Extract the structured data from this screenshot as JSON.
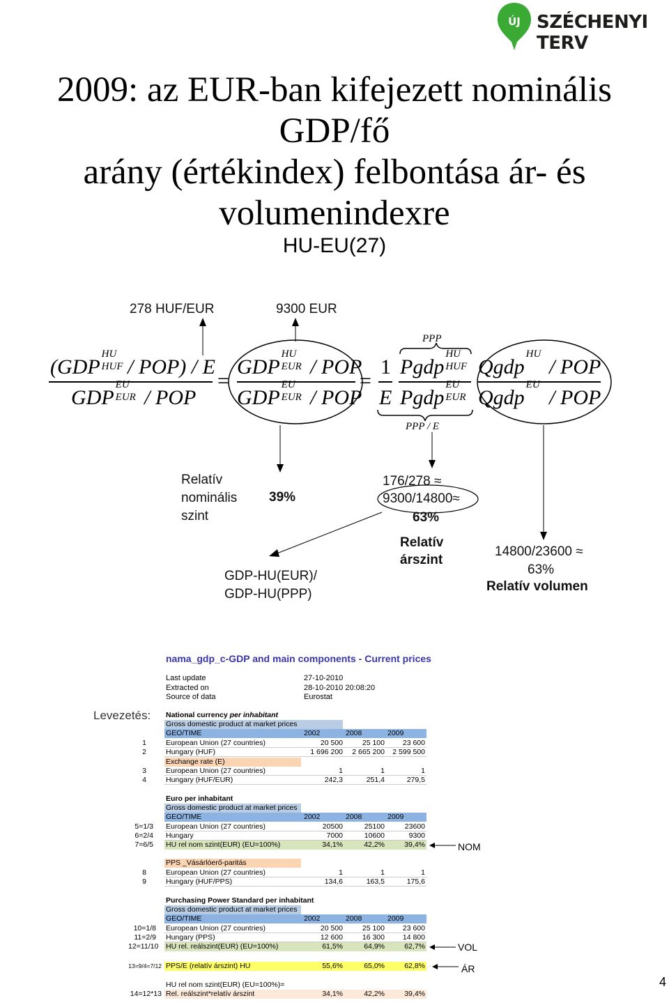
{
  "logo": {
    "text": "SZÉCHENYI TERV",
    "mark_text": "ÚJ",
    "brand_color": "#3aaa35"
  },
  "title": {
    "line1": "2009: az EUR-ban kifejezett nominális GDP/fő",
    "line2": "arány (értékindex) felbontása ár- és",
    "line3": "volumenindexre"
  },
  "subtitle": "HU-EU(27)",
  "diagram": {
    "top_label_left": "278 HUF/EUR",
    "top_label_right": "9300 EUR",
    "brace_top": "PPP",
    "brace_bottom": "PPP / E",
    "formula": {
      "f1_num": "(GDP",
      "f1_num_sup": "HU",
      "f1_num_sub": "HUF",
      "f1_num_rest": " / POP) / E",
      "f1_den": "GDP",
      "f1_den_sup": "EU",
      "f1_den_sub": "EUR",
      "f1_den_rest": " / POP",
      "eq": "=",
      "f2_num": "GDP",
      "f2_num_sup": "HU",
      "f2_num_sub": "EUR",
      "f2_num_rest": " / POP",
      "f2_den": "GDP",
      "f2_den_sup": "EU",
      "f2_den_sub": "EUR",
      "f2_den_rest": " / POP",
      "one": "1",
      "e": "E",
      "f3_num": "Pgdp",
      "f3_num_sup": "HU",
      "f3_num_sub": "HUF",
      "f3_den": "Pgdp",
      "f3_den_sup": "EU",
      "f3_den_sub": "EUR",
      "f4_num": "Qgdp",
      "f4_num_sup": "HU",
      "f4_num_rest": " / POP",
      "f4_den": "Qgdp",
      "f4_den_sup": "EU",
      "f4_den_rest": " / POP"
    },
    "rel_nom_line1": "Relatív",
    "rel_nom_line2": "nominális",
    "rel_nom_line3": "szint",
    "rel_nom_value": "39%",
    "price_line1": "176/278 ≈",
    "price_line2": "9300/14800≈",
    "price_line3": "63%",
    "rel_price_line1": "Relatív",
    "rel_price_line2": "árszint",
    "gdp_line1": "GDP-HU(EUR)/",
    "gdp_line2": "GDP-HU(PPP)",
    "vol_line1": "14800/23600 ≈",
    "vol_line2": "63%",
    "vol_line3": "Relatív volumen"
  },
  "table": {
    "title": "nama_gdp_c-GDP and main components - Current prices",
    "meta": [
      {
        "k": "Last update",
        "v": "27-10-2010"
      },
      {
        "k": "Extracted on",
        "v": "28-10-2010 20:08:20"
      },
      {
        "k": "Source of data",
        "v": "Eurostat"
      }
    ],
    "levezetes": "Levezetés:",
    "s1_title_a": "National currency ",
    "s1_title_b": "per inhabitant",
    "gdp_market": "Gross domestic product at market prices",
    "geo_time": "GEO/TIME",
    "years": [
      "2002",
      "2008",
      "2009"
    ],
    "r1": {
      "n": "1",
      "label": "European Union (27 countries)",
      "v": [
        "20 500",
        "25 100",
        "23 600"
      ]
    },
    "r2": {
      "n": "2",
      "label": "Hungary (HUF)",
      "v": [
        "1 696 200",
        "2 665 200",
        "2 599 500"
      ]
    },
    "exch": "Exchange rate (E)",
    "r3": {
      "n": "3",
      "label": "European Union (27 countries)",
      "v": [
        "1",
        "1",
        "1"
      ]
    },
    "r4": {
      "n": "4",
      "label": "Hungary (HUF/EUR)",
      "v": [
        "242,3",
        "251,4",
        "279,5"
      ]
    },
    "s2_title": "Euro per inhabitant",
    "r5": {
      "n": "5=1/3",
      "label": "European Union (27 countries)",
      "v": [
        "20500",
        "25100",
        "23600"
      ]
    },
    "r6": {
      "n": "6=2/4",
      "label": "Hungary",
      "v": [
        "7000",
        "10600",
        "9300"
      ]
    },
    "r7": {
      "n": "7=6/5",
      "label": "HU rel nom szint(EUR) (EU=100%)",
      "v": [
        "34,1%",
        "42,2%",
        "39,4%"
      ]
    },
    "nom": "NOM",
    "pps": "PPS _Vásárlóerő-paritás",
    "r8": {
      "n": "8",
      "label": "European Union (27 countries)",
      "v": [
        "1",
        "1",
        "1"
      ]
    },
    "r9": {
      "n": "9",
      "label": "Hungary (HUF/PPS)",
      "v": [
        "134,6",
        "163,5",
        "175,6"
      ]
    },
    "s3_title": "Purchasing Power Standard  per inhabitant",
    "r10": {
      "n": "10=1/8",
      "label": "European Union (27 countries)",
      "v": [
        "20 500",
        "25 100",
        "23 600"
      ]
    },
    "r11": {
      "n": "11=2/9",
      "label": "Hungary (PPS)",
      "v": [
        "12 600",
        "16 300",
        "14 800"
      ]
    },
    "r12": {
      "n": "12=11/10",
      "label": "HU rel. reálszint(EUR) (EU=100%)",
      "v": [
        "61,5%",
        "64,9%",
        "62,7%"
      ]
    },
    "vol": "VOL",
    "r13": {
      "n": "13=9/4=7/12",
      "label": "PPS/E (relatív árszint) HU",
      "v": [
        "55,6%",
        "65,0%",
        "62,8%"
      ]
    },
    "ar": "ÁR",
    "r14a": "HU rel nom szint(EUR) (EU=100%)=",
    "r14": {
      "n": "14=12*13",
      "label": "Rel. reálszint*relatív árszint",
      "v": [
        "34,1%",
        "42,2%",
        "39,4%"
      ]
    }
  },
  "page_number": "4"
}
